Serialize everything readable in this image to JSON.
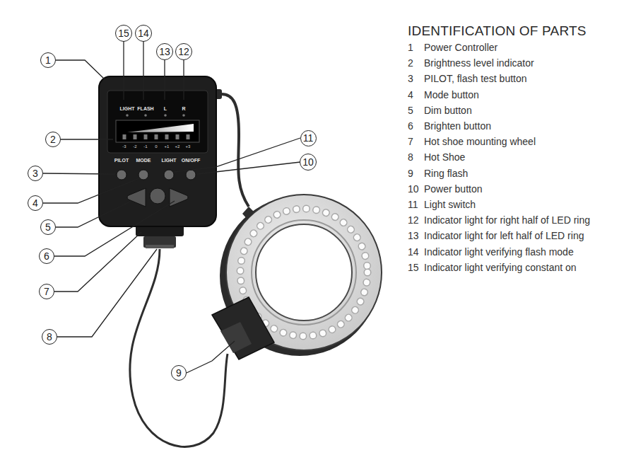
{
  "diagram": {
    "title": "IDENTIFICATION OF PARTS",
    "nodes": [
      {
        "text": [
          "1"
        ]
      },
      {
        "text": [
          "2"
        ]
      },
      {
        "text": [
          "3"
        ]
      },
      {
        "text": [
          "4"
        ]
      },
      {
        "text": [
          "5"
        ]
      },
      {
        "text": [
          "6"
        ]
      },
      {
        "text": [
          "7"
        ]
      },
      {
        "text": [
          "8"
        ]
      },
      {
        "text": [
          "9"
        ]
      },
      {
        "text": [
          "10"
        ]
      },
      {
        "text": [
          "11"
        ]
      },
      {
        "text": [
          "12"
        ]
      },
      {
        "text": [
          "13"
        ]
      },
      {
        "text": [
          "14"
        ]
      },
      {
        "text": [
          "15"
        ]
      }
    ],
    "labels": [
      "LIGHT",
      "FLASH",
      "L",
      "R",
      "-3",
      "-2",
      "-1",
      "0",
      "+1",
      "+2",
      "+3",
      "PILOT",
      "MODE",
      "LIGHT",
      "ON/OFF",
      "1",
      "Power Controller",
      "2",
      "Brightness level indicator",
      "3",
      "PILOT, flash test button",
      "4",
      "Mode button",
      "5",
      "Dim button",
      "6",
      "Brighten button",
      "7",
      "Hot shoe mounting wheel",
      "8",
      "Hot Shoe",
      "9",
      "Ring flash",
      "10",
      "Power button",
      "11",
      "Light switch",
      "12",
      "Indicator light for right half of LED ring",
      "13",
      "Indicator light for left half of LED ring",
      "14",
      "Indicator light verifying flash mode",
      "15",
      "Indicator light verifying constant on"
    ]
  }
}
